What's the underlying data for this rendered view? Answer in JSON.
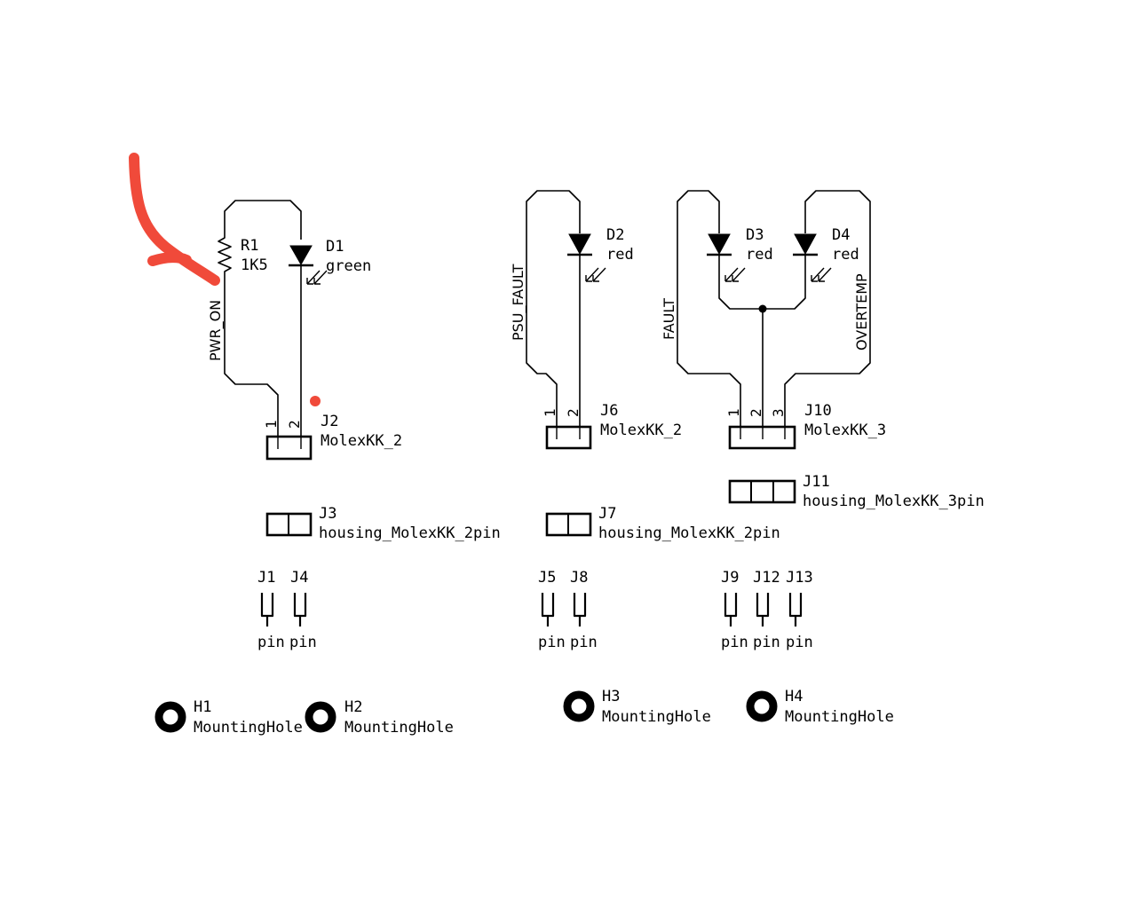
{
  "components": {
    "r1": {
      "ref": "R1",
      "value": "1K5"
    },
    "d1": {
      "ref": "D1",
      "value": "green"
    },
    "d2": {
      "ref": "D2",
      "value": "red"
    },
    "d3": {
      "ref": "D3",
      "value": "red"
    },
    "d4": {
      "ref": "D4",
      "value": "red"
    },
    "j2": {
      "ref": "J2",
      "value": "MolexKK_2",
      "pins": [
        "1",
        "2"
      ]
    },
    "j6": {
      "ref": "J6",
      "value": "MolexKK_2",
      "pins": [
        "1",
        "2"
      ]
    },
    "j10": {
      "ref": "J10",
      "value": "MolexKK_3",
      "pins": [
        "1",
        "2",
        "3"
      ]
    },
    "j11": {
      "ref": "J11",
      "value": "housing_MolexKK_3pin"
    },
    "j3": {
      "ref": "J3",
      "value": "housing_MolexKK_2pin"
    },
    "j7": {
      "ref": "J7",
      "value": "housing_MolexKK_2pin"
    },
    "pins": [
      {
        "ref": "J1",
        "value": "pin"
      },
      {
        "ref": "J4",
        "value": "pin"
      },
      {
        "ref": "J5",
        "value": "pin"
      },
      {
        "ref": "J8",
        "value": "pin"
      },
      {
        "ref": "J9",
        "value": "pin"
      },
      {
        "ref": "J12",
        "value": "pin"
      },
      {
        "ref": "J13",
        "value": "pin"
      }
    ],
    "holes": [
      {
        "ref": "H1",
        "value": "MountingHole"
      },
      {
        "ref": "H2",
        "value": "MountingHole"
      },
      {
        "ref": "H3",
        "value": "MountingHole"
      },
      {
        "ref": "H4",
        "value": "MountingHole"
      }
    ]
  },
  "nets": {
    "pwr_on": "PWR_ON",
    "psu_fault": "PSU_FAULT",
    "fault": "FAULT",
    "overtemp": "OVERTEMP"
  },
  "annotations": {
    "arrow_color": "#f04a3a",
    "dot_color": "#f04a3a"
  }
}
